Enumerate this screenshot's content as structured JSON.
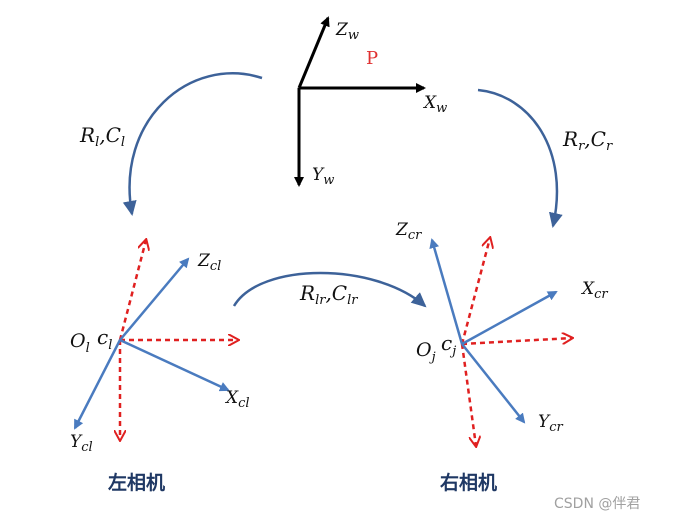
{
  "world": {
    "zw": {
      "main": "Z",
      "sub": "w"
    },
    "xw": {
      "main": "X",
      "sub": "w"
    },
    "yw": {
      "main": "Y",
      "sub": "w"
    },
    "point": "P"
  },
  "transforms": {
    "left": {
      "r": "R",
      "r_sub": "l",
      "c": "C",
      "c_sub": "l"
    },
    "right": {
      "r": "R",
      "r_sub": "r",
      "c": "C",
      "c_sub": "r"
    },
    "lr": {
      "r": "R",
      "r_sub": "lr",
      "c": "C",
      "c_sub": "lr"
    }
  },
  "left_camera": {
    "origin": {
      "main": "O",
      "sub": "l"
    },
    "c": {
      "main": "c",
      "sub": "l"
    },
    "zc": {
      "main": "Z",
      "sub": "cl"
    },
    "xc": {
      "main": "X",
      "sub": "cl"
    },
    "yc": {
      "main": "Y",
      "sub": "cl"
    },
    "caption": "左相机"
  },
  "right_camera": {
    "origin": {
      "main": "O",
      "sub": "j"
    },
    "c": {
      "main": "c",
      "sub": "j"
    },
    "zc": {
      "main": "Z",
      "sub": "cr"
    },
    "xc": {
      "main": "X",
      "sub": "cr"
    },
    "yc": {
      "main": "Y",
      "sub": "cr"
    },
    "caption": "右相机"
  },
  "watermark": "CSDN @伴君",
  "colors": {
    "world_axes": "#000000",
    "camera_axes": "#4a7bbf",
    "dashed_axes": "#e02020",
    "transform_arrows": "#3d6299",
    "caption": "#1f3864"
  }
}
